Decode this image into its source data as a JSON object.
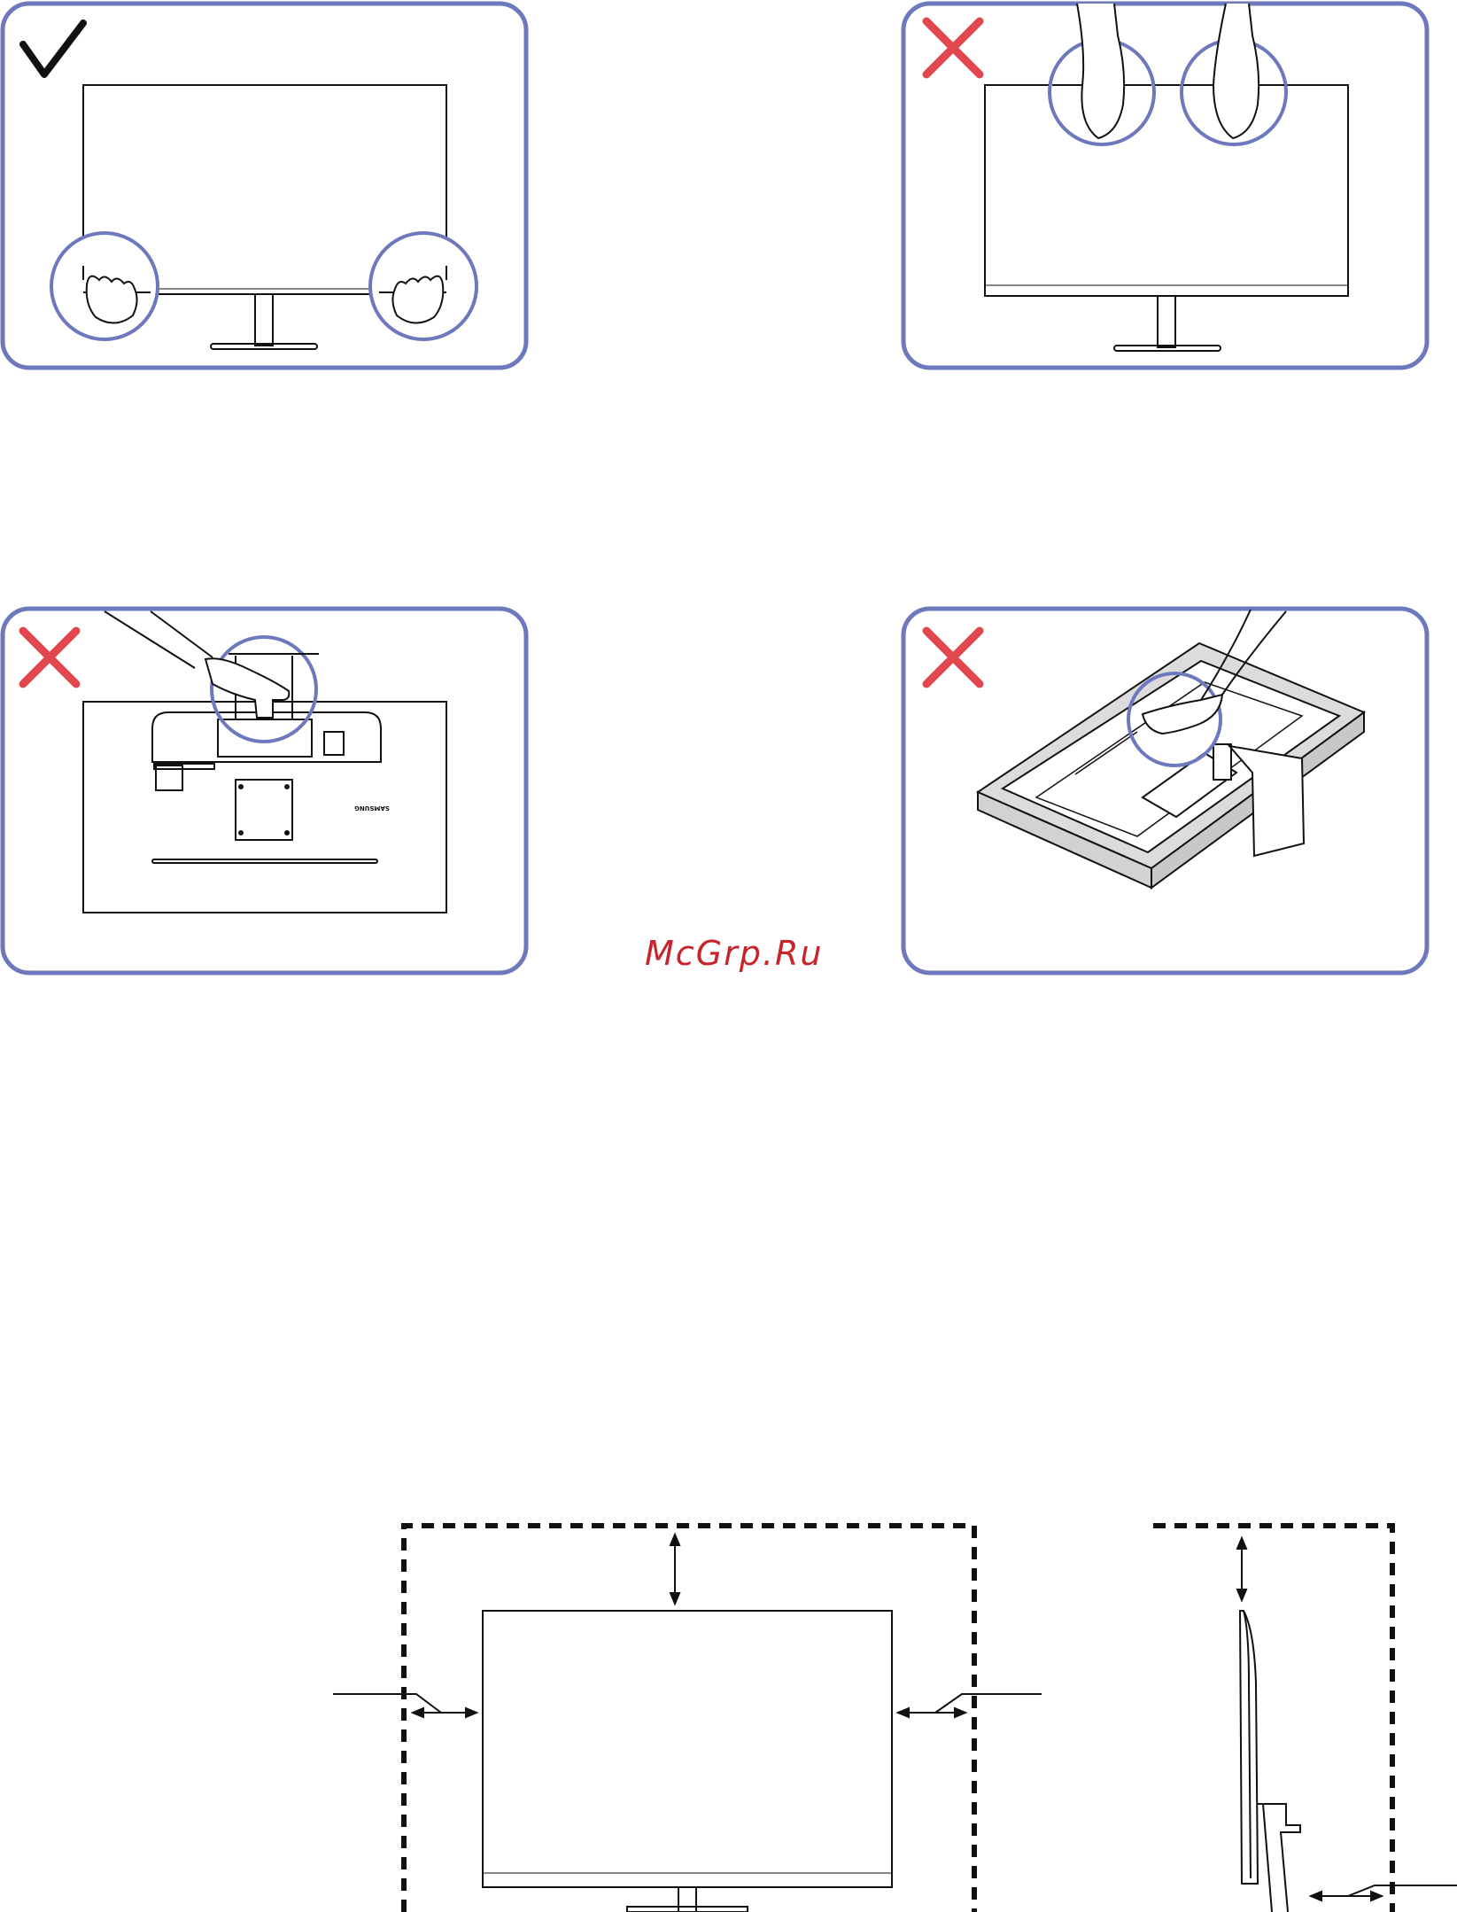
{
  "watermark": {
    "text": "McGrp.Ru"
  },
  "panels": [
    {
      "name": "panel-hold-bottom-correct",
      "verdict": "correct",
      "icon": "checkmark-icon"
    },
    {
      "name": "panel-hold-top-wrong",
      "verdict": "wrong",
      "icon": "cross-icon"
    },
    {
      "name": "panel-hold-stand-wrong",
      "verdict": "wrong",
      "icon": "cross-icon"
    },
    {
      "name": "panel-press-back-wrong",
      "verdict": "wrong",
      "icon": "cross-icon"
    }
  ],
  "back_logo": "SAMSUNG",
  "colors": {
    "panel_border": "#6e78bd",
    "check": "#111111",
    "cross": "#e2474d",
    "watermark": "#c8242b",
    "line": "#111111"
  }
}
